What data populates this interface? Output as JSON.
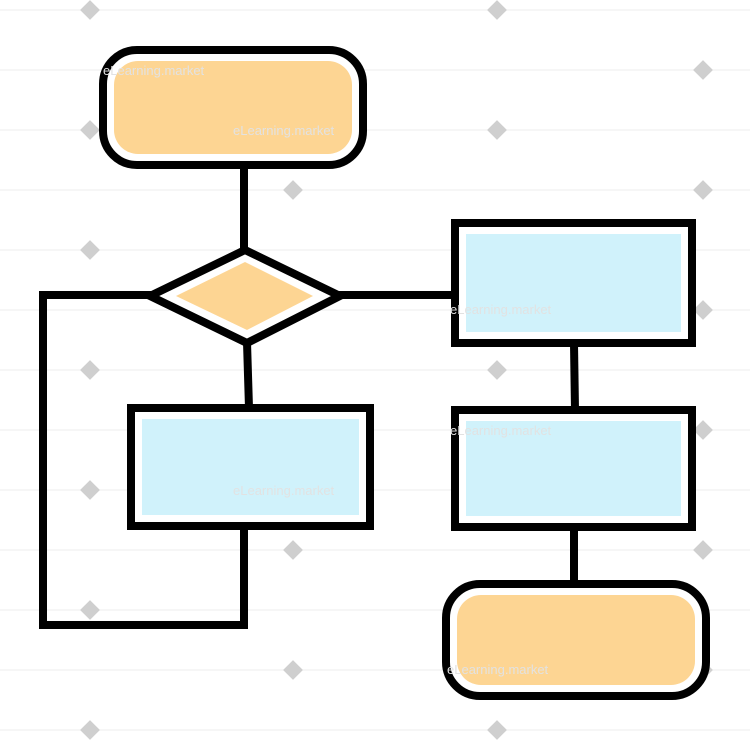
{
  "watermark": {
    "text": "eLearning.market"
  },
  "colors": {
    "terminal_fill": "#fdd593",
    "process_fill": "#d0f2fb",
    "decision_fill": "#fdd593",
    "outline": "#000000",
    "inner_border": "#ffffff",
    "watermark_mark": "#cfcfcf"
  },
  "nodes": [
    {
      "id": "start-terminal",
      "shape": "terminal"
    },
    {
      "id": "decision",
      "shape": "decision"
    },
    {
      "id": "process-left",
      "shape": "process"
    },
    {
      "id": "process-right-top",
      "shape": "process"
    },
    {
      "id": "process-right-middle",
      "shape": "process"
    },
    {
      "id": "end-terminal",
      "shape": "terminal"
    }
  ],
  "edges": [
    {
      "from": "start-terminal",
      "to": "decision"
    },
    {
      "from": "decision",
      "to": "process-left"
    },
    {
      "from": "decision",
      "to": "process-right-top"
    },
    {
      "from": "process-left",
      "to": "decision",
      "kind": "loop-back"
    },
    {
      "from": "process-right-top",
      "to": "process-right-middle"
    },
    {
      "from": "process-right-middle",
      "to": "end-terminal"
    }
  ]
}
